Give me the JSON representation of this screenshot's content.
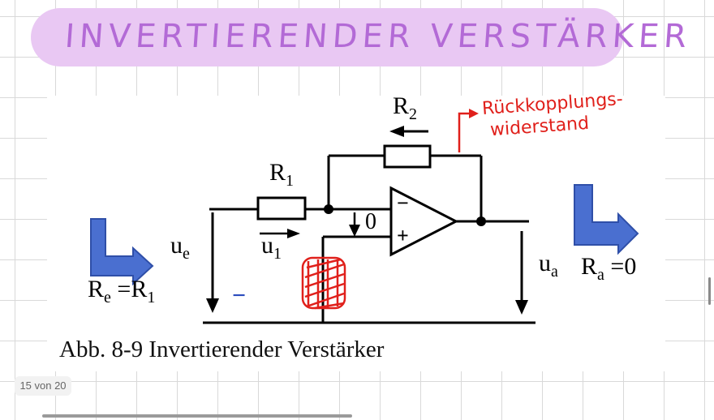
{
  "title": "INVERTIERENDER VERSTÄRKER",
  "labels": {
    "r1": "R",
    "r1_sub": "1",
    "r2": "R",
    "r2_sub": "2",
    "ue": "u",
    "ue_sub": "e",
    "u1": "u",
    "u1_sub": "1",
    "ua": "u",
    "ua_sub": "a",
    "zero": "0",
    "minus_sign": "−",
    "plus_sign": "+",
    "re_formula_r": "R",
    "re_formula_sub": "e",
    "re_formula_rest": " =R",
    "re_formula_sub2": "1",
    "ra_formula_r": "R",
    "ra_formula_sub": "a",
    "ra_formula_rest": " =0",
    "blue_dash": "−"
  },
  "caption": "Abb. 8-9 Invertierender Verstärker",
  "annotation": {
    "line1": "Rückkopplungs-",
    "line2": "widerstand"
  },
  "page_indicator": "15 von 20",
  "colors": {
    "title_banner": "#e9c8f3",
    "title_text": "#b36ad6",
    "annotation": "#e0201b",
    "arrow_blue": "#4a6fd0"
  }
}
